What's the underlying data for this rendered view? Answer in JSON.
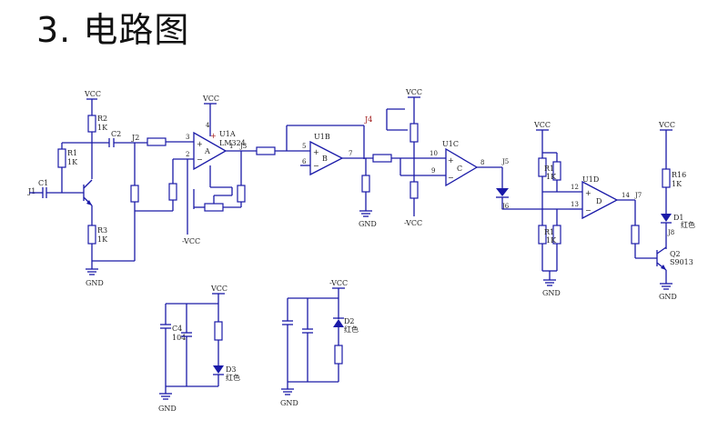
{
  "title": "3. 电路图",
  "labels": {
    "vcc": "VCC",
    "nvcc": "-VCC",
    "gnd": "GND",
    "j1": "J1",
    "j2": "J2",
    "j3": "J3",
    "j4": "J4",
    "j5": "J5",
    "j6": "J6",
    "j7": "J7",
    "j8": "J8",
    "c1": "C1",
    "c2": "C2",
    "c4": "C4",
    "c4_value": "104",
    "r1": "R1",
    "r2": "R2",
    "r3": "R3",
    "r16": "R16",
    "r_1k": "1K",
    "u1a": "U1A",
    "lm324": "LM324",
    "u1b": "U1B",
    "u1c": "U1C",
    "u1d": "U1D",
    "a": "A",
    "b": "B",
    "c": "C",
    "d": "D",
    "d1": "D1",
    "d2": "D2",
    "d3": "D3",
    "q2": "Q2",
    "s9013": "S9013",
    "red_led": "红色",
    "pin_1": "1",
    "pin_2": "2",
    "pin_3": "3",
    "pin_4": "4",
    "pin_5": "5",
    "pin_6": "6",
    "pin_7": "7",
    "pin_8": "8",
    "pin_9": "9",
    "pin_10": "10",
    "pin_12": "12",
    "pin_13": "13",
    "pin_14": "14",
    "plus": "+",
    "minus": "−",
    "r_partial": "R1"
  }
}
